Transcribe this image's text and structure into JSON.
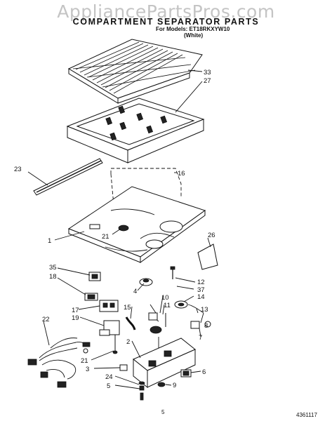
{
  "watermark": "AppliancePartsPros.com",
  "title": "COMPARTMENT SEPARATOR PARTS",
  "models": "For Models: ET18RKXYW10",
  "color": "(White)",
  "page_number": "5",
  "doc_code": "4361117",
  "callouts": [
    "33",
    "27",
    "23",
    "16",
    "1",
    "21",
    "26",
    "35",
    "18",
    "12",
    "37",
    "14",
    "4",
    "10",
    "11",
    "13",
    "15",
    "17",
    "19",
    "8",
    "7",
    "22",
    "2",
    "21",
    "3",
    "6",
    "24",
    "9",
    "5"
  ]
}
